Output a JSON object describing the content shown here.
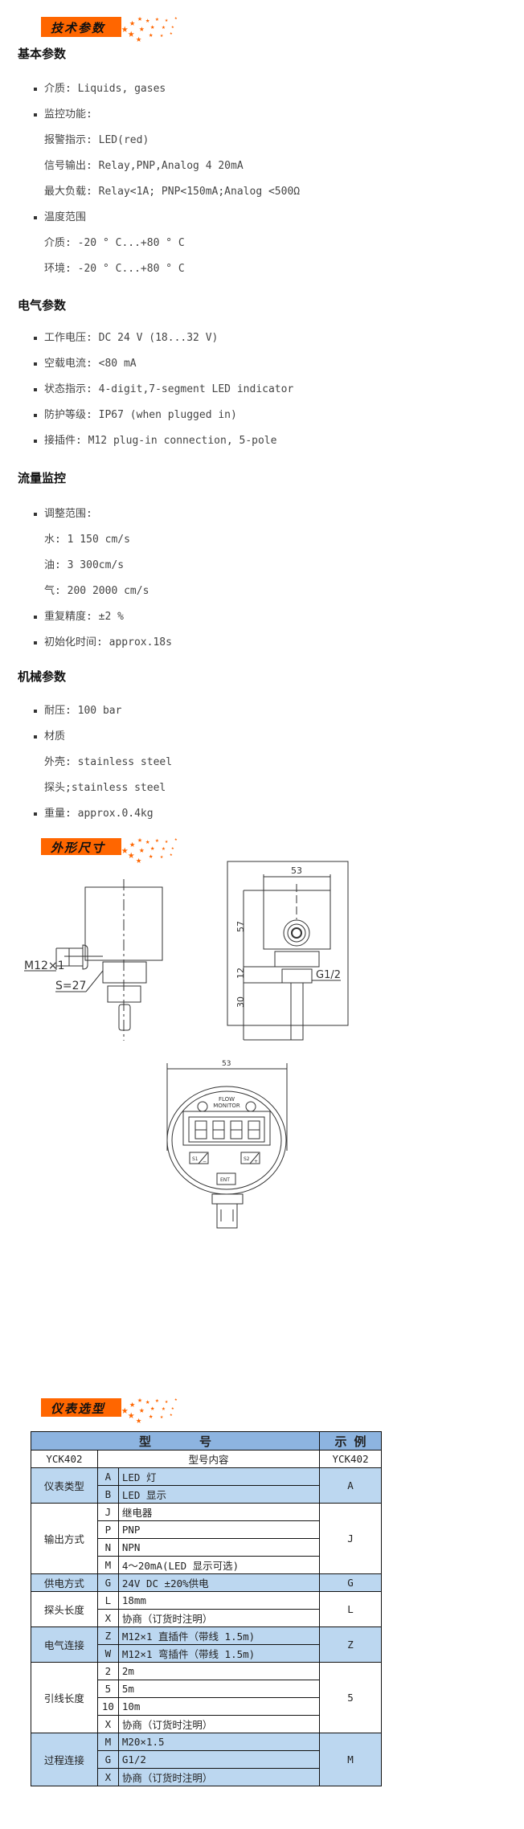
{
  "banners": {
    "tech": "技术参数",
    "dims": "外形尺寸",
    "select": "仪表选型"
  },
  "sections": [
    {
      "title": "基本参数",
      "lines": [
        {
          "text": "介质: Liquids, gases",
          "bullet": true
        },
        {
          "text": "监控功能:",
          "bullet": true
        },
        {
          "text": "报警指示: LED(red)",
          "bullet": false
        },
        {
          "text": "信号输出: Relay,PNP,Analog 4   20mA",
          "bullet": false
        },
        {
          "text": "最大负载: Relay<1A;  PNP<150mA;Analog <500Ω",
          "bullet": false
        },
        {
          "text": "温度范围",
          "bullet": true
        },
        {
          "text": "介质: -20 ° C...+80 ° C",
          "bullet": false
        },
        {
          "text": "环境: -20 ° C...+80 ° C",
          "bullet": false
        }
      ]
    },
    {
      "title": "电气参数",
      "lines": [
        {
          "text": "工作电压: DC 24 V (18...32 V)",
          "bullet": true
        },
        {
          "text": "空载电流: <80 mA",
          "bullet": true
        },
        {
          "text": "状态指示: 4-digit,7-segment LED indicator",
          "bullet": true
        },
        {
          "text": "防护等级: IP67 (when plugged in)",
          "bullet": true
        },
        {
          "text": "接插件: M12 plug-in connection, 5-pole",
          "bullet": true
        }
      ]
    },
    {
      "title": "流量监控",
      "lines": [
        {
          "text": "调整范围:",
          "bullet": true
        },
        {
          "text": "水: 1  150 cm/s",
          "bullet": false
        },
        {
          "text": "油: 3  300cm/s",
          "bullet": false
        },
        {
          "text": "气: 200  2000 cm/s",
          "bullet": false
        },
        {
          "text": "重复精度: ±2 %",
          "bullet": true
        },
        {
          "text": "初始化时间: approx.18s",
          "bullet": true
        }
      ]
    },
    {
      "title": "机械参数",
      "lines": [
        {
          "text": "耐压: 100 bar",
          "bullet": true
        },
        {
          "text": "材质",
          "bullet": true
        },
        {
          "text": "外壳: stainless steel",
          "bullet": false
        },
        {
          "text": "探头;stainless steel",
          "bullet": false
        },
        {
          "text": "重量: approx.0.4kg",
          "bullet": true
        }
      ]
    }
  ],
  "drawing": {
    "m12": "M12×1",
    "s27": "S=27",
    "w53": "53",
    "h57": "57",
    "h12": "12",
    "h30": "30",
    "g12": "G1/2",
    "w53b": "53",
    "flow": "FLOW",
    "monitor": "MONITOR",
    "s1": "S1",
    "s2": "S2",
    "minus": "−",
    "plus": "+",
    "ent": "ENT"
  },
  "table": {
    "header_model": "型　　　　号",
    "header_example": "示 例",
    "model": "YCK402",
    "content_label": "型号内容",
    "example_model": "YCK402",
    "groups": [
      {
        "label": "仪表类型",
        "shaded": true,
        "example": "A",
        "rows": [
          [
            "A",
            "LED 灯"
          ],
          [
            "B",
            "LED 显示"
          ]
        ]
      },
      {
        "label": "输出方式",
        "shaded": false,
        "example": "J",
        "rows": [
          [
            "J",
            "继电器"
          ],
          [
            "P",
            "PNP"
          ],
          [
            "N",
            "NPN"
          ],
          [
            "M",
            "4～20mA(LED 显示可选)"
          ]
        ]
      },
      {
        "label": "供电方式",
        "shaded": true,
        "example": "G",
        "rows": [
          [
            "G",
            "24V DC ±20%供电"
          ]
        ]
      },
      {
        "label": "探头长度",
        "shaded": false,
        "example": "L",
        "rows": [
          [
            "L",
            "18mm"
          ],
          [
            "X",
            "协商（订货时注明）"
          ]
        ]
      },
      {
        "label": "电气连接",
        "shaded": true,
        "example": "Z",
        "rows": [
          [
            "Z",
            "M12×1 直插件（带线 1.5m)"
          ],
          [
            "W",
            "M12×1 弯插件（带线 1.5m)"
          ]
        ]
      },
      {
        "label": "引线长度",
        "shaded": false,
        "example": "5",
        "rows": [
          [
            "2",
            "2m"
          ],
          [
            "5",
            "5m"
          ],
          [
            "10",
            "10m"
          ],
          [
            "X",
            "协商（订货时注明）"
          ]
        ]
      },
      {
        "label": "过程连接",
        "shaded": true,
        "example": "M",
        "rows": [
          [
            "M",
            "M20×1.5"
          ],
          [
            "G",
            "G1/2"
          ],
          [
            "X",
            "协商（订货时注明）"
          ]
        ]
      }
    ]
  },
  "colors": {
    "banner": "#ff6600",
    "table_header": "#8db4e0",
    "table_shade": "#bcd7f0"
  }
}
